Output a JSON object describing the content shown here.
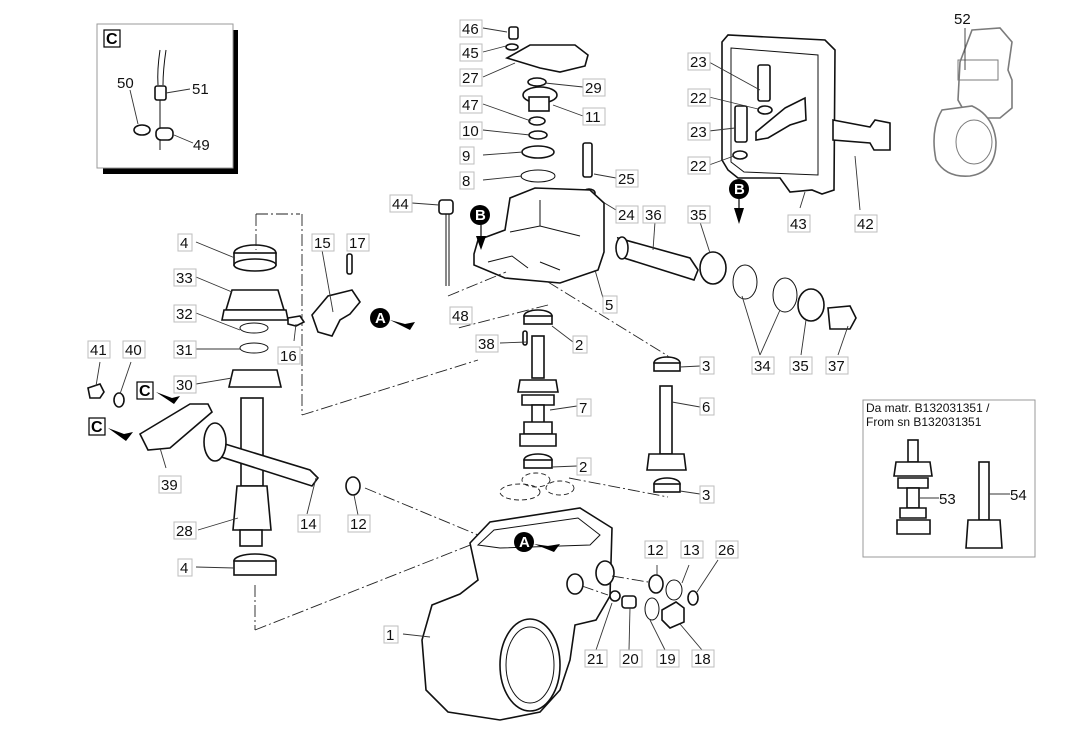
{
  "diagram": {
    "type": "exploded-parts-view",
    "subject": "Gearbox assembly",
    "colors": {
      "line": "#111111",
      "label_border": "#bdbdbd",
      "marker_fill": "#000000",
      "background": "#ffffff"
    }
  },
  "insets": {
    "detail_c": {
      "letter": "C",
      "labels": [
        "50",
        "51",
        "49"
      ]
    },
    "serial_note": {
      "line1": "Da matr. B132031351 /",
      "line2": "From sn B132031351",
      "labels": [
        "53",
        "54"
      ]
    },
    "complete_assembly": {
      "label": "52"
    }
  },
  "markers": {
    "a_label": "A",
    "b_label": "B",
    "c_label": "C"
  },
  "callouts": [
    {
      "id": "46",
      "text": "46"
    },
    {
      "id": "45",
      "text": "45"
    },
    {
      "id": "27",
      "text": "27"
    },
    {
      "id": "29",
      "text": "29"
    },
    {
      "id": "47",
      "text": "47"
    },
    {
      "id": "11",
      "text": "11"
    },
    {
      "id": "10",
      "text": "10"
    },
    {
      "id": "9",
      "text": "9"
    },
    {
      "id": "8",
      "text": "8"
    },
    {
      "id": "25",
      "text": "25"
    },
    {
      "id": "24",
      "text": "24"
    },
    {
      "id": "44",
      "text": "44"
    },
    {
      "id": "36",
      "text": "36"
    },
    {
      "id": "35a",
      "text": "35"
    },
    {
      "id": "5",
      "text": "5"
    },
    {
      "id": "48",
      "text": "48"
    },
    {
      "id": "2a",
      "text": "2"
    },
    {
      "id": "38",
      "text": "38"
    },
    {
      "id": "3a",
      "text": "3"
    },
    {
      "id": "6",
      "text": "6"
    },
    {
      "id": "7",
      "text": "7"
    },
    {
      "id": "2b",
      "text": "2"
    },
    {
      "id": "3b",
      "text": "3"
    },
    {
      "id": "34",
      "text": "34"
    },
    {
      "id": "35b",
      "text": "35"
    },
    {
      "id": "37",
      "text": "37"
    },
    {
      "id": "23a",
      "text": "23"
    },
    {
      "id": "22a",
      "text": "22"
    },
    {
      "id": "23b",
      "text": "23"
    },
    {
      "id": "22b",
      "text": "22"
    },
    {
      "id": "43",
      "text": "43"
    },
    {
      "id": "42",
      "text": "42"
    },
    {
      "id": "4a",
      "text": "4"
    },
    {
      "id": "33",
      "text": "33"
    },
    {
      "id": "32",
      "text": "32"
    },
    {
      "id": "31",
      "text": "31"
    },
    {
      "id": "30",
      "text": "30"
    },
    {
      "id": "15",
      "text": "15"
    },
    {
      "id": "17",
      "text": "17"
    },
    {
      "id": "16",
      "text": "16"
    },
    {
      "id": "41",
      "text": "41"
    },
    {
      "id": "40",
      "text": "40"
    },
    {
      "id": "39",
      "text": "39"
    },
    {
      "id": "28",
      "text": "28"
    },
    {
      "id": "14",
      "text": "14"
    },
    {
      "id": "12a",
      "text": "12"
    },
    {
      "id": "4b",
      "text": "4"
    },
    {
      "id": "1",
      "text": "1"
    },
    {
      "id": "12b",
      "text": "12"
    },
    {
      "id": "13",
      "text": "13"
    },
    {
      "id": "26",
      "text": "26"
    },
    {
      "id": "21",
      "text": "21"
    },
    {
      "id": "20",
      "text": "20"
    },
    {
      "id": "19",
      "text": "19"
    },
    {
      "id": "18",
      "text": "18"
    }
  ]
}
